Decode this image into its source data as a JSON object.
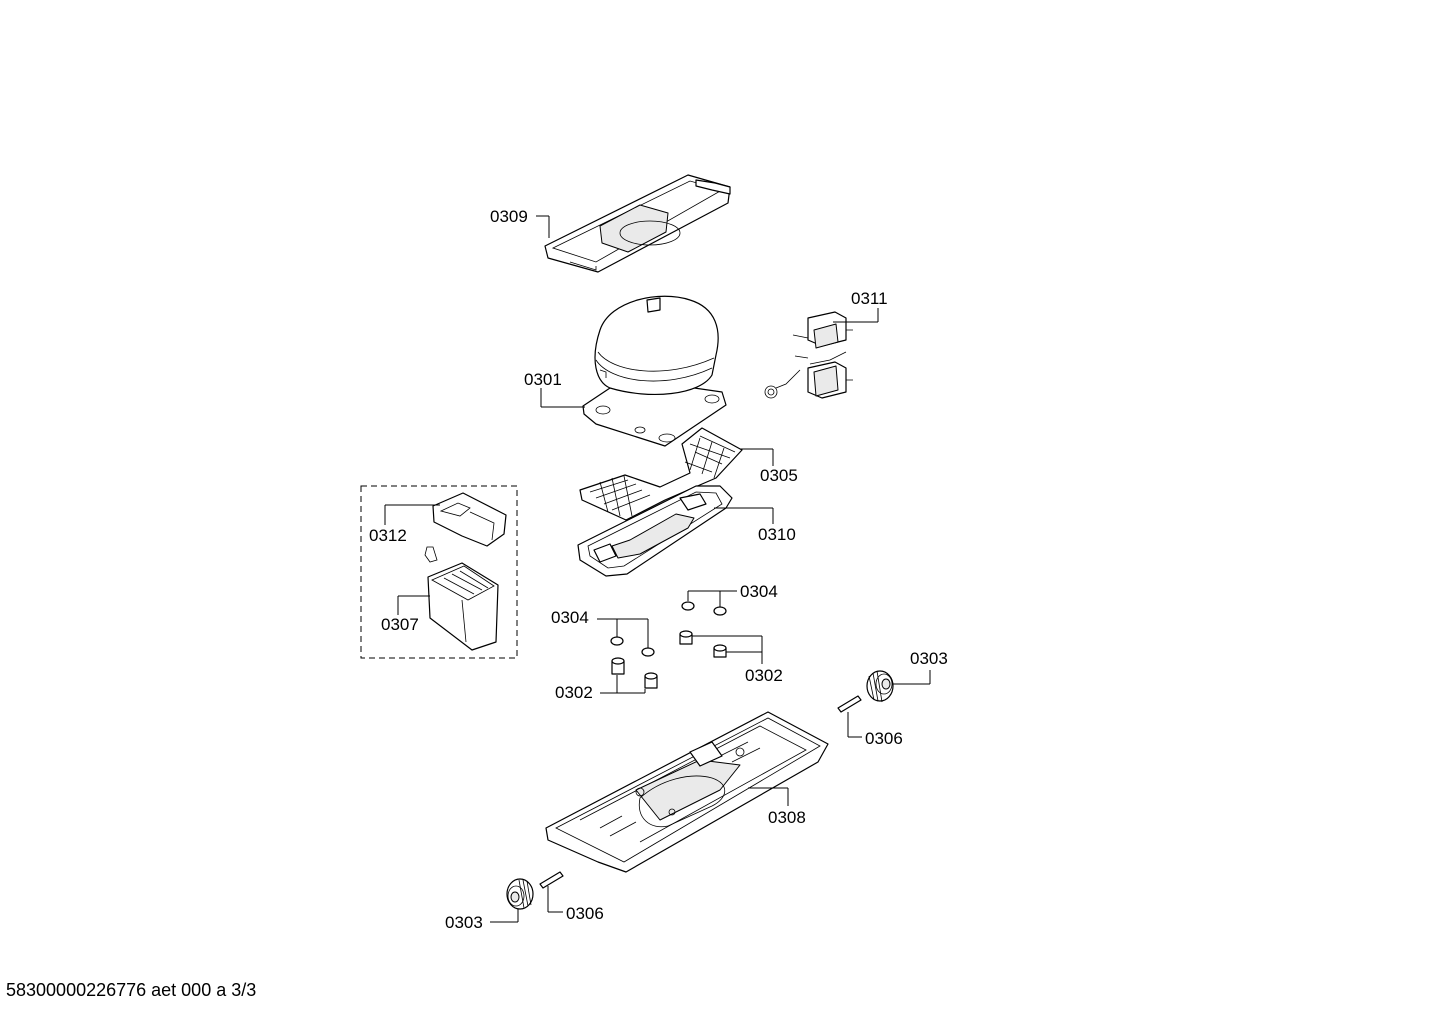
{
  "diagram": {
    "labels": {
      "p0309": "0309",
      "p0311": "0311",
      "p0301": "0301",
      "p0305": "0305",
      "p0310": "0310",
      "p0312": "0312",
      "p0307": "0307",
      "p0304a": "0304",
      "p0304b": "0304",
      "p0302a": "0302",
      "p0302b": "0302",
      "p0303a": "0303",
      "p0306a": "0306",
      "p0308": "0308",
      "p0303b": "0303",
      "p0306b": "0306"
    }
  },
  "footer": "58300000226776 aet 000 a 3/3"
}
